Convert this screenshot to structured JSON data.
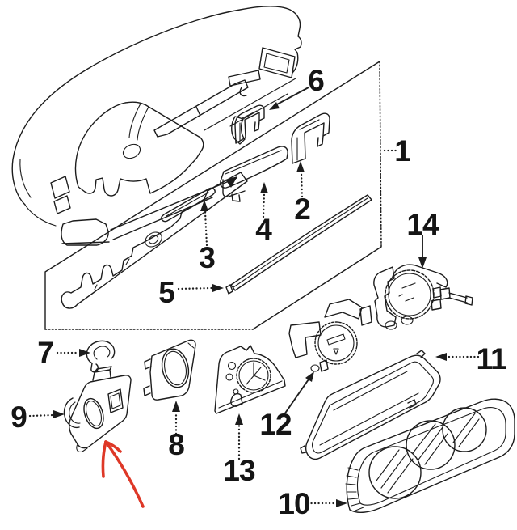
{
  "diagram": {
    "kind": "exploded-parts-diagram",
    "subject": "Instrument panel and gauge cluster components",
    "background_color": "#ffffff",
    "line_color": "#1c1c1c",
    "label_color": "#151515",
    "callouts": [
      {
        "number": "1"
      },
      {
        "number": "2"
      },
      {
        "number": "3"
      },
      {
        "number": "4"
      },
      {
        "number": "5"
      },
      {
        "number": "6"
      },
      {
        "number": "7"
      },
      {
        "number": "8"
      },
      {
        "number": "9"
      },
      {
        "number": "10"
      },
      {
        "number": "11"
      },
      {
        "number": "12"
      },
      {
        "number": "13"
      },
      {
        "number": "14"
      }
    ],
    "annotation": {
      "kind": "hand-drawn-arrow",
      "color": "#de3827",
      "points_at": "part-9-bezel"
    }
  }
}
